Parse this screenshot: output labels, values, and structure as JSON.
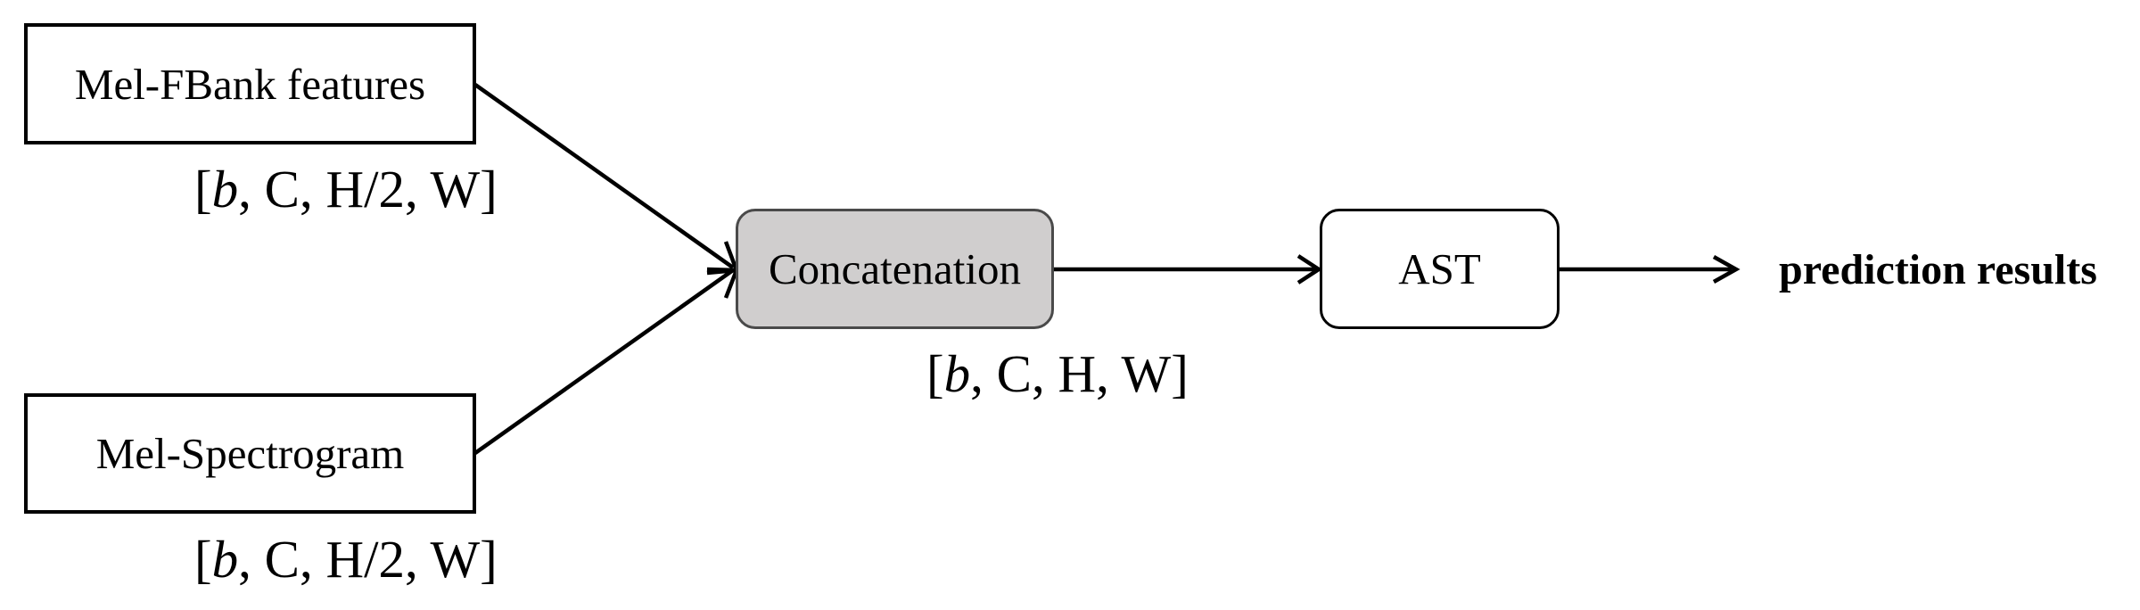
{
  "diagram": {
    "inputs": [
      {
        "label": "Mel-FBank features",
        "shape": {
          "open": "[",
          "batch": "b",
          "rest": ", C, H/2, W",
          "close": "]"
        }
      },
      {
        "label": "Mel-Spectrogram",
        "shape": {
          "open": "[",
          "batch": "b",
          "rest": ", C, H/2, W",
          "close": "]"
        }
      }
    ],
    "fusion": {
      "label": "Concatenation",
      "shape": {
        "open": "[",
        "batch": "b",
        "rest": ", C, H, W",
        "close": "]"
      },
      "fill": "#d0cece"
    },
    "model": {
      "label": "AST"
    },
    "output": {
      "label": "prediction results"
    }
  }
}
